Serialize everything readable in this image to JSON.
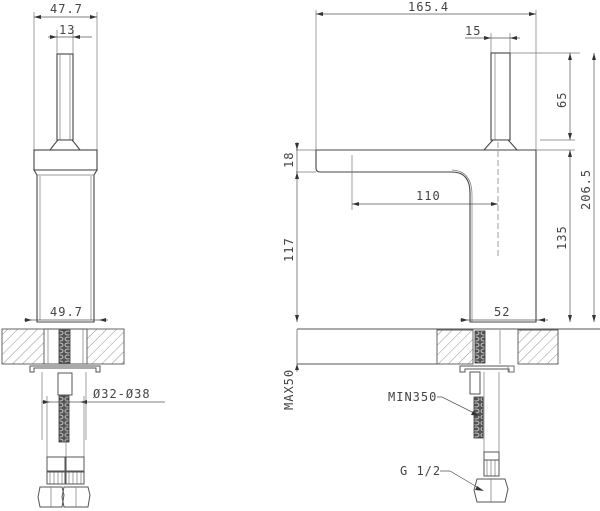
{
  "drawing": {
    "title": "Basin mixer dimensional drawing",
    "units": "mm",
    "line_color": "#555555",
    "background": "#ffffff"
  },
  "front_view": {
    "dims": {
      "overall_width": "47.7",
      "handle_width": "13",
      "base_width": "49.7",
      "hole_diameter": "Ø32-Ø38"
    }
  },
  "side_view": {
    "dims": {
      "overall_length": "165.4",
      "handle_width": "15",
      "handle_height": "65",
      "spout_thickness": "18",
      "spout_reach": "110",
      "spout_height": "117",
      "body_height": "135",
      "total_height": "206.5",
      "base_width": "52",
      "max_deck_thickness": "MAX50"
    },
    "callouts": {
      "hose_length": "MIN350",
      "connection_thread": "G 1/2"
    }
  }
}
